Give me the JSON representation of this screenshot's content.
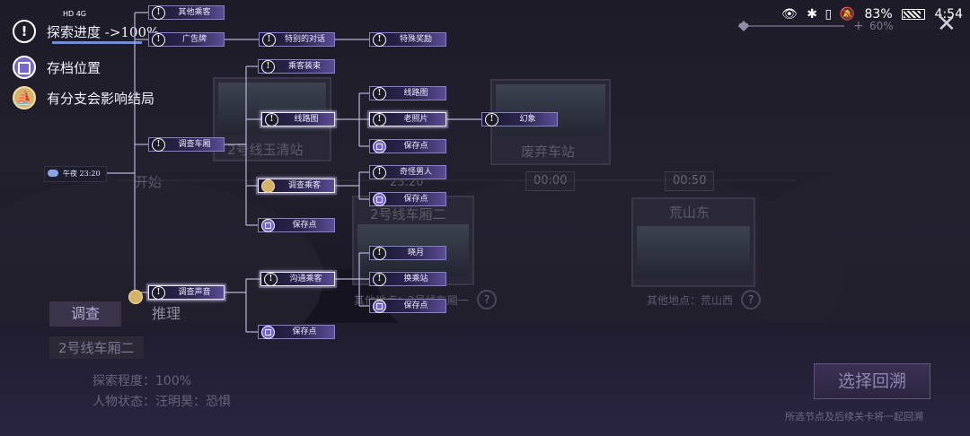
{
  "status_bar": {
    "percent": "83%",
    "time": "4:54",
    "network": "HD 4G"
  },
  "legend": [
    {
      "icon": "exclamation-icon",
      "text": "探索进度 ->100%"
    },
    {
      "icon": "save-icon",
      "text": "存档位置"
    },
    {
      "icon": "branch-icon",
      "text": "有分支会影响结局"
    }
  ],
  "start": {
    "time_label": "午夜 23:20"
  },
  "nodes": [
    {
      "key": "n1",
      "label": "其他乘客",
      "icon": "exclamation"
    },
    {
      "key": "n2",
      "label": "广告牌",
      "icon": "exclamation"
    },
    {
      "key": "n3",
      "label": "特别的对话",
      "icon": "exclamation"
    },
    {
      "key": "n4",
      "label": "特殊奖励",
      "icon": "exclamation"
    },
    {
      "key": "n5",
      "label": "乘客装束",
      "icon": "exclamation"
    },
    {
      "key": "n6",
      "label": "线路图",
      "icon": "exclamation"
    },
    {
      "key": "n7",
      "label": "线路图",
      "icon": "exclamation"
    },
    {
      "key": "n8",
      "label": "老照片",
      "icon": "exclamation"
    },
    {
      "key": "n9",
      "label": "幻象",
      "icon": "exclamation"
    },
    {
      "key": "n10",
      "label": "调查车厢",
      "icon": "exclamation"
    },
    {
      "key": "n11",
      "label": "保存点",
      "icon": "save"
    },
    {
      "key": "n12",
      "label": "调查乘客",
      "icon": "gold"
    },
    {
      "key": "n13",
      "label": "奇怪男人",
      "icon": "exclamation"
    },
    {
      "key": "n14",
      "label": "保存点",
      "icon": "save"
    },
    {
      "key": "n15",
      "label": "保存点",
      "icon": "save"
    },
    {
      "key": "n16",
      "label": "晓月",
      "icon": "exclamation"
    },
    {
      "key": "n17",
      "label": "调查声音",
      "icon": "exclamation"
    },
    {
      "key": "n18",
      "label": "沟通乘客",
      "icon": "exclamation"
    },
    {
      "key": "n19",
      "label": "换乘站",
      "icon": "exclamation"
    },
    {
      "key": "n20",
      "label": "保存点",
      "icon": "save"
    },
    {
      "key": "n21",
      "label": "保存点",
      "icon": "save"
    }
  ],
  "background": {
    "start_label": "开始",
    "station_1": "2号线玉清站",
    "station_2": "废弃车站",
    "station_3": "荒山东",
    "station_4": "2号线车厢二",
    "time_1": "00:00",
    "time_2": "00:50",
    "time_3": "23:20",
    "other_place_1": "其他地点：2号线车厢一",
    "other_place_2": "其他地点：荒山西",
    "zoom_value": "60%"
  },
  "bottom": {
    "tab_investigate": "调查",
    "tab_reason": "推理",
    "station": "2号线车厢二",
    "explore": "探索程度：100%",
    "status": "人物状态：汪明昊：恐惧",
    "select_button": "选择回溯",
    "hint": "所选节点及后续关卡将一起回溯"
  }
}
